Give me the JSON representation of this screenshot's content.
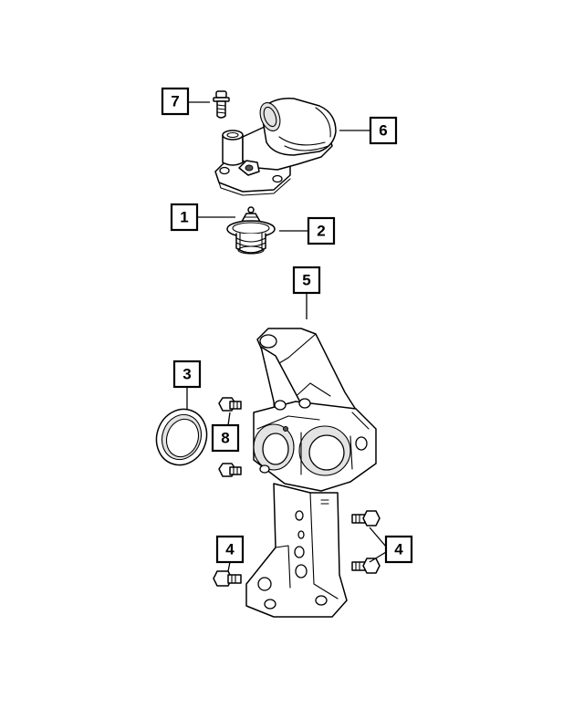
{
  "callouts": [
    {
      "id": "c7",
      "label": "7"
    },
    {
      "id": "c6",
      "label": "6"
    },
    {
      "id": "c1",
      "label": "1"
    },
    {
      "id": "c2",
      "label": "2"
    },
    {
      "id": "c5",
      "label": "5"
    },
    {
      "id": "c3",
      "label": "3"
    },
    {
      "id": "c8",
      "label": "8"
    },
    {
      "id": "c4a",
      "label": "4"
    },
    {
      "id": "c4b",
      "label": "4"
    }
  ]
}
